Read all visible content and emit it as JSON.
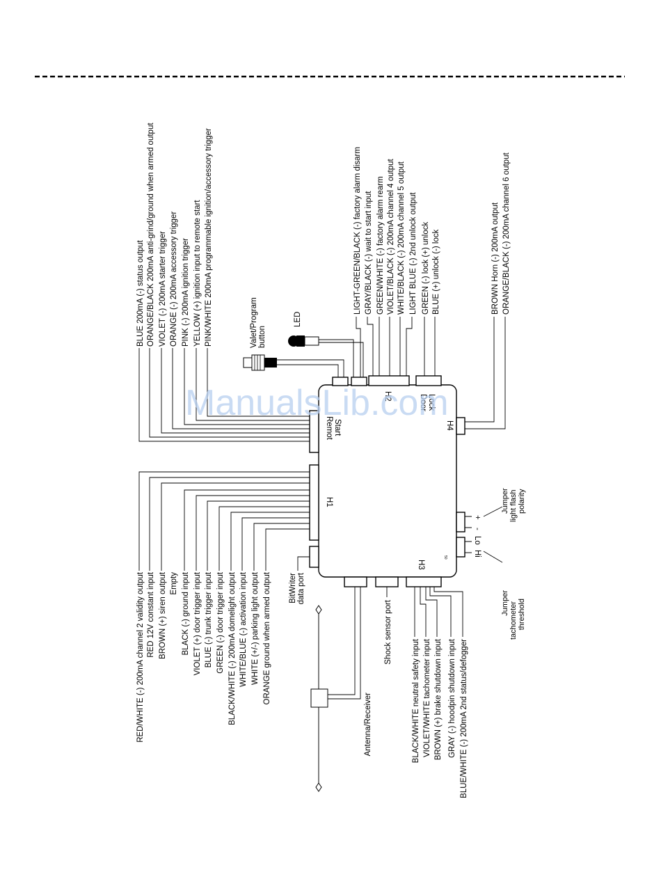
{
  "watermark": "ManualsLib.com",
  "module": {
    "remote_start_line1": "Remot",
    "remote_start_line2": "Start",
    "h1": "H1",
    "h2": "H2",
    "h3": "H3",
    "h4": "H4",
    "door_lock_line1": "Door",
    "door_lock_line2": "Lock",
    "part_number": "50"
  },
  "remote_start_wires": [
    "BLUE 200mA (-) status output",
    "ORANGE/BLACK 200mA anti-grind/ground when armed output",
    "VIOLET (-) 200mA starter trigger",
    "ORANGE (-) 200mA accessory trigger",
    "PINK (-) 200mA ignition trigger",
    "YELLOW (+) ignition input to remote start",
    "PINK/WHITE 200mA programmable ignition/accessory trigger"
  ],
  "h2_wires": [
    "LIGHT-GREEN/BLACK (-) factory alarm disarm",
    "GRAY/BLACK (-) wait to start input",
    "GREEN/WHITE (-) factory alarm rearm",
    "VIOLET/BLACK (-) 200mA channel 4 output",
    "WHITE/BLACK (-) 200mA channel 5 output",
    "LIGHT BLUE (-) 2nd unlock output"
  ],
  "door_lock_wires": [
    "GREEN (-) lock (+) unlock",
    "BLUE (+) unlock (-) lock"
  ],
  "h4_wires": [
    "BROWN Horn (-) 200mA output",
    "ORANGE/BLACK (-) 200mA channel 6 output"
  ],
  "h1_wires": [
    "RED/WHITE (-) 200mA channel 2 validity output",
    "RED 12V constant input",
    "BROWN  (+) siren output",
    "Empty",
    "BLACK (-) ground input",
    "VIOLET (+) door trigger input",
    "BLUE (-) trunk trigger input",
    "GREEN (-) door trigger input",
    "BLACK/WHITE (-) 200mA domelight output",
    "WHITE/BLUE (-) activation input",
    "WHITE (+/-) parking light output",
    "ORANGE ground when armed output"
  ],
  "h3_wires": [
    "BLACK/WHITE neutral safety input",
    "VIOLET/WHITE tachometer input",
    "BROWN (+) brake shutdown input",
    "GRAY (-) hoodpin shutdown input",
    "BLUE/WHITE (-) 200mA 2nd status/defogger"
  ],
  "accessories": {
    "led": "LED",
    "valet_line1": "Valet/Program",
    "valet_line2": "button",
    "bitwriter_line1": "BitWriter",
    "bitwriter_line2": "data port",
    "shock_sensor": "Shock sensor port",
    "antenna": "Antenna/Receiver",
    "jumper_flash_line1": "Jumper",
    "jumper_flash_line2": "light flash",
    "jumper_flash_line3": "polarity",
    "jumper_flash_plus": "+",
    "jumper_flash_minus": "-",
    "jumper_tach_line1": "Jumper",
    "jumper_tach_line2": "tachometer",
    "jumper_tach_line3": "threshold",
    "jumper_tach_hi": "Hi",
    "jumper_tach_lo": "Lo"
  }
}
